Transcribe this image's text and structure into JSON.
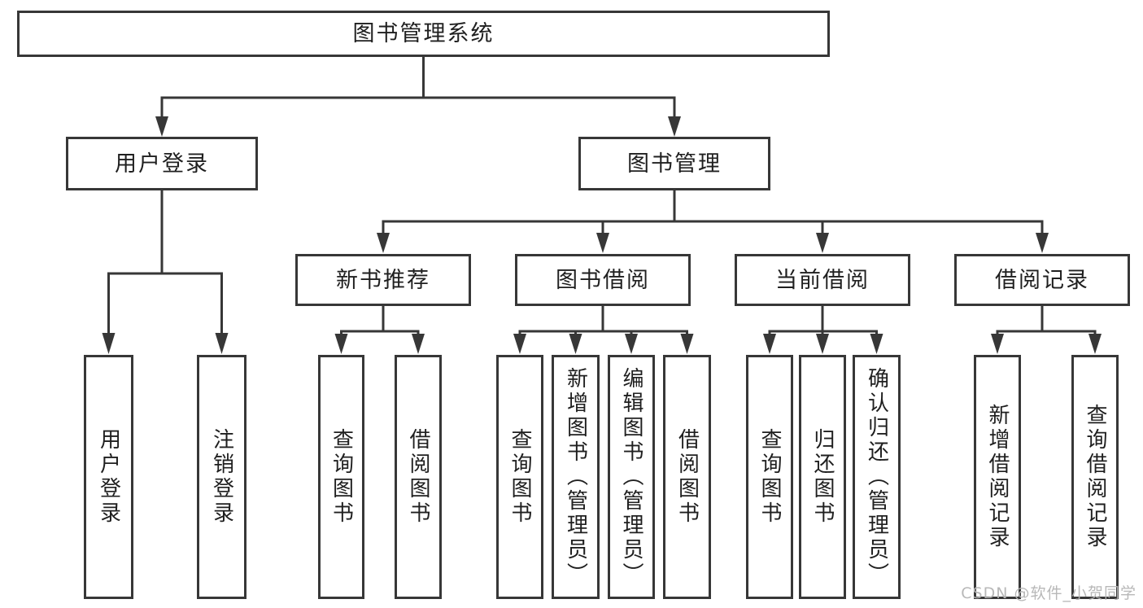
{
  "colors": {
    "line": "#373737",
    "box_border": "#373737",
    "box_fill": "#ffffff",
    "text": "#1f1f1f",
    "background": "#ffffff",
    "watermark_text": "#b5b5b5"
  },
  "tree": {
    "root": {
      "label": "图书管理系统"
    },
    "children": [
      {
        "label": "用户登录",
        "children": [
          {
            "label": "用户登录"
          },
          {
            "label": "注销登录"
          }
        ]
      },
      {
        "label": "图书管理",
        "children": [
          {
            "label": "新书推荐",
            "children": [
              {
                "label": "查询图书"
              },
              {
                "label": "借阅图书"
              }
            ]
          },
          {
            "label": "图书借阅",
            "children": [
              {
                "label": "查询图书"
              },
              {
                "label": "新增图书（管理员）"
              },
              {
                "label": "编辑图书（管理员）"
              },
              {
                "label": "借阅图书"
              }
            ]
          },
          {
            "label": "当前借阅",
            "children": [
              {
                "label": "查询图书"
              },
              {
                "label": "归还图书"
              },
              {
                "label": "确认归还（管理员）"
              }
            ]
          },
          {
            "label": "借阅记录",
            "children": [
              {
                "label": "新增借阅记录"
              },
              {
                "label": "查询借阅记录"
              }
            ]
          }
        ]
      }
    ]
  },
  "watermark": {
    "text": "CSDN @软件_小贺同学"
  }
}
